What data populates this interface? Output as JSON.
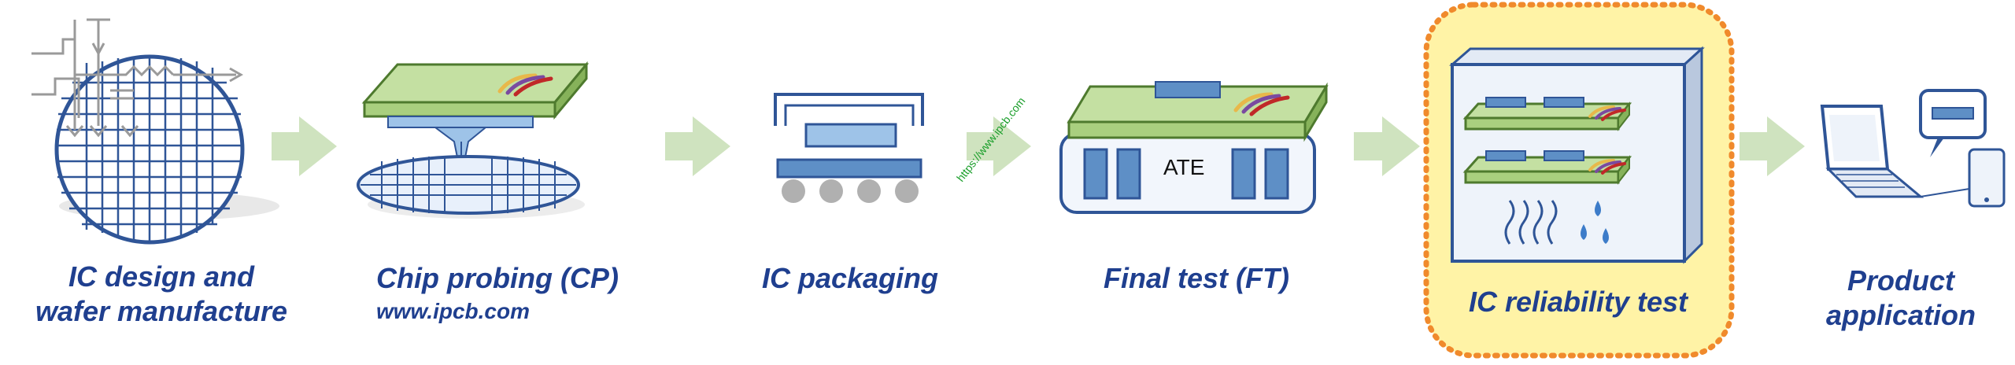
{
  "steps": [
    {
      "line1": "IC design and",
      "line2": "wafer manufacture"
    },
    {
      "line1": "Chip probing (CP)",
      "sub": "www.ipcb.com"
    },
    {
      "line1": "IC packaging"
    },
    {
      "line1": "Final test (FT)",
      "ate": "ATE"
    },
    {
      "line1": "IC reliability test"
    },
    {
      "line1": "Product",
      "line2": "application"
    }
  ],
  "watermark": "https://www.ipcb.com",
  "colors": {
    "label": "#1f3f8f",
    "arrow": "#cfe3bf",
    "board": "#a9cf7f",
    "chip": "#5e8fc6",
    "highlight_fill": "#fff3a6",
    "highlight_border": "#f08a2c"
  }
}
